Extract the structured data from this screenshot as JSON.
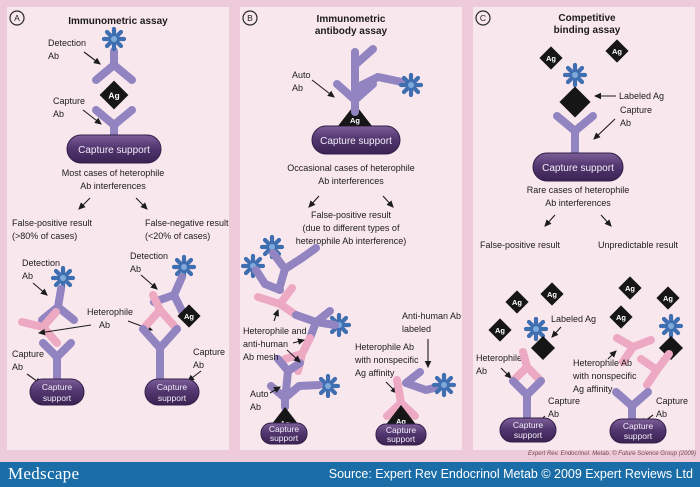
{
  "common": {
    "ag": "Ag",
    "detection": "Detection",
    "capture": "Capture",
    "ab": "Ab",
    "auto": "Auto",
    "heterophile": "Heterophile",
    "capture_support": "Capture support",
    "capture_word": "Capture",
    "support_word": "support",
    "labeled_ag": "Labeled Ag",
    "nonspec1": "Heterophile Ab",
    "nonspec2": "with nonspecific",
    "nonspec3": "Ag affinity"
  },
  "panel_a": {
    "letter": "A",
    "title": "Immunometric assay",
    "most1": "Most cases of heterophile",
    "most2": "Ab interferences",
    "fp1": "False-positive result",
    "fp2": "(>80% of cases)",
    "fn1": "False-negative result",
    "fn2": "(<20% of cases)"
  },
  "panel_b": {
    "letter": "B",
    "title1": "Immunometric",
    "title2": "antibody assay",
    "occ1": "Occasional cases of heterophile",
    "occ2": "Ab interferences",
    "fp1": "False-positive result",
    "fp2": "(due to different types of",
    "fp3": "heterophile Ab interference)",
    "mesh1": "Heterophile and",
    "mesh2": "anti-human",
    "mesh3": "Ab mesh",
    "antihuman1": "Anti-human Ab",
    "antihuman2": "labeled"
  },
  "panel_c": {
    "letter": "C",
    "title1": "Competitive",
    "title2": "binding assay",
    "rare1": "Rare cases of heterophile",
    "rare2": "Ab interferences",
    "fp": "False-positive result",
    "unpredictable": "Unpredictable result"
  },
  "credit": "Expert Rev. Endocrinol. Metab. © Future Science Group (2009)",
  "footer": {
    "medscape": "Medscape",
    "source": "Source: Expert Rev Endocrinol Metab © 2009 Expert Reviews Ltd"
  },
  "colors": {
    "outer_background": "#eecbd8",
    "panel_background": "#f9e7ee",
    "antibody_purple": "#9184c0",
    "antibody_pink": "#eda9c2",
    "star_blue": "#3f6fb0",
    "antigen_black": "#161616",
    "support_purple": "#533770",
    "footer_blue": "#1b6da8"
  }
}
